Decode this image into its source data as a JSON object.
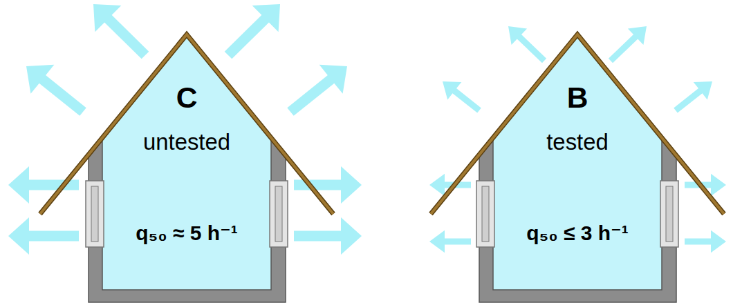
{
  "diagram": {
    "nodes": [
      {
        "text": [
          "C",
          "untested",
          "q₅₀ ≈ 5 h⁻¹"
        ]
      },
      {
        "text": [
          "B",
          "tested",
          "q₅₀ ≤ 3 h⁻¹"
        ]
      }
    ]
  }
}
